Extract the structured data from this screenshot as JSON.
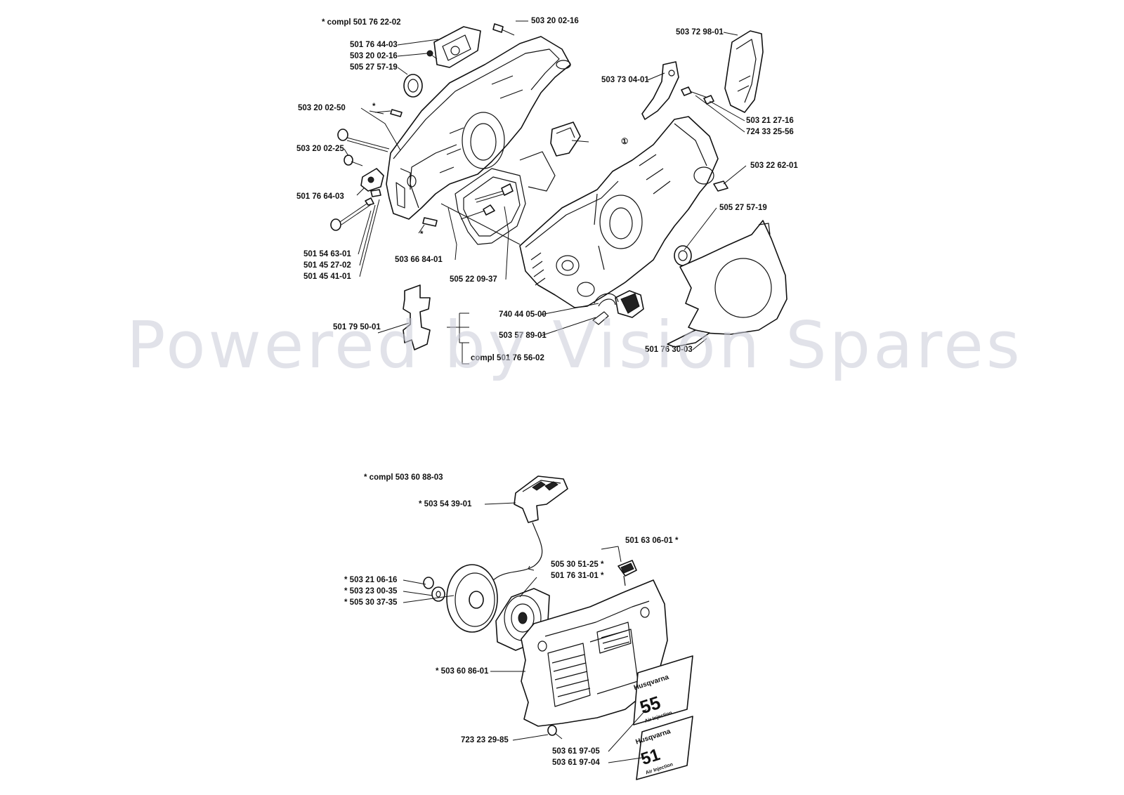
{
  "labels": {
    "compl_top": "*  compl 501 76 22-02",
    "p501764403": "501 76 44-03",
    "p503200216a": "503 20 02-16",
    "p505275719a": "505 27 57-19",
    "p503200216b": "503 20 02-16",
    "p503729801": "503 72 98-01",
    "p503730401": "503 73 04-01",
    "p503212716": "503 21 27-16",
    "p724332556": "724 33 25-56",
    "p503200250": "503 20 02-50",
    "star_a": "*",
    "circle_1": "①",
    "p503200225": "503 20 02-25",
    "p503226201": "503 22 62-01",
    "p501766403": "501 76 64-03",
    "p505275719b": "505 27 57-19",
    "star_b": "*",
    "p501546301": "501 54 63-01",
    "p503668401": "503 66 84-01",
    "p501452702": "501 45 27-02",
    "p501454101": "501 45 41-01",
    "p505220937": "505 22 09-37",
    "p740440500": "740 44 05-00",
    "p501795001": "501 79 50-01",
    "p503578901": "503 57 89-01",
    "p501763003": "501 76 30-03",
    "compl_mid": "compl 501 76 56-02",
    "compl_bottom": "*  compl 503 60 88-03",
    "p503543901": "*  503 54 39-01",
    "p501630601": "501 63 06-01  *",
    "p505305125": "505 30 51-25  *",
    "p501763101": "501 76 31-01  *",
    "p503210616": "*  503 21 06-16",
    "p503230035": "*  503 23 00-35",
    "p505303735": "*  505 30 37-35",
    "p503608601": "*  503 60 86-01",
    "p723232985": "723 23 29-85",
    "p503619705": "503 61 97-05",
    "p503619704": "503 61 97-04"
  },
  "decal_text": {
    "brand": "Husqvarna",
    "model_a": "55",
    "model_b": "51",
    "feature": "Air Injection"
  },
  "watermark": "Powered by Vision Spares",
  "colors": {
    "ink": "#111111",
    "watermark": "#c9ccd8",
    "background": "#ffffff"
  }
}
